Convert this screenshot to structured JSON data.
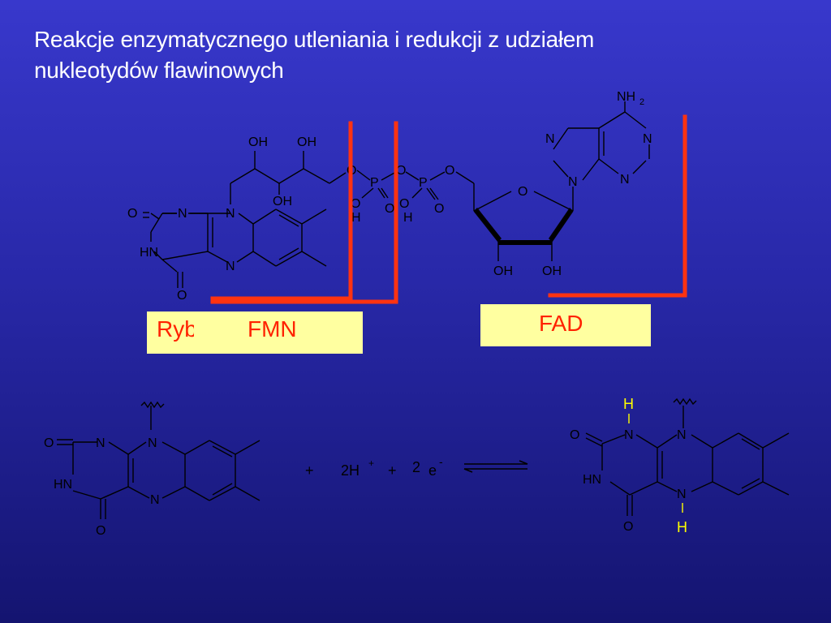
{
  "title": {
    "line1": "Reakcje enzymatycznego utleniania i redukcji z udziałem",
    "line2": "nukleotydów flawinowych"
  },
  "labels": {
    "ryboflawina": "Ryboflawina",
    "fmn": "FMN",
    "fad": "FAD"
  },
  "atoms": {
    "N": "N",
    "O": "O",
    "HN": "HN",
    "OH": "OH",
    "P": "P",
    "H": "H",
    "NH2": "NH",
    "NH2_sub": "2"
  },
  "equation": {
    "plus1": "+",
    "protons": "2H",
    "protons_sup": "+",
    "plus2": "+",
    "electrons_coef": "2",
    "electrons": "e",
    "electrons_sup": "-"
  },
  "colors": {
    "background_top": "#3838cc",
    "background_bottom": "#141470",
    "bracket": "#ff3311",
    "label_box": "#ffffa0",
    "label_text": "#ff2200",
    "reduced_h": "#ffff00"
  }
}
